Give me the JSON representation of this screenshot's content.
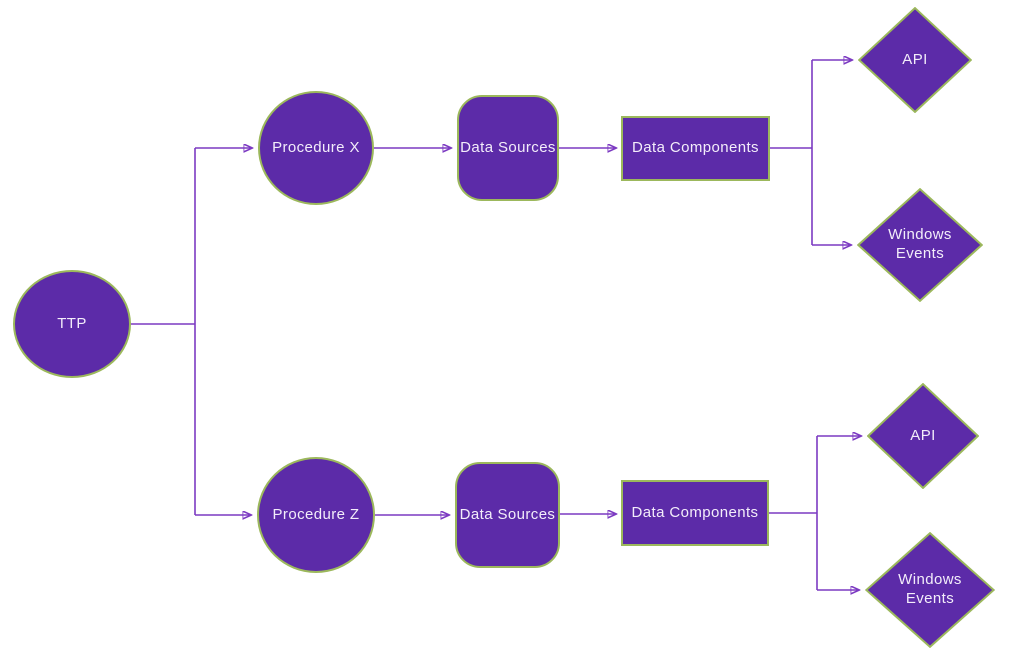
{
  "diagram": {
    "type": "flowchart",
    "colors": {
      "node_fill": "#5c2ba8",
      "node_border": "#9cb85c",
      "connector": "#7c3ac2",
      "label_text": "#f3edfa",
      "background": "#ffffff"
    },
    "nodes": {
      "ttp": {
        "label": "TTP",
        "shape": "circle"
      },
      "procedure_x": {
        "label": "Procedure X",
        "shape": "circle"
      },
      "procedure_z": {
        "label": "Procedure Z",
        "shape": "circle"
      },
      "data_sources_top": {
        "label": "Data Sources",
        "shape": "rounded-square"
      },
      "data_sources_bottom": {
        "label": "Data Sources",
        "shape": "rounded-square"
      },
      "data_components_top": {
        "label": "Data Components",
        "shape": "rectangle"
      },
      "data_components_bottom": {
        "label": "Data Components",
        "shape": "rectangle"
      },
      "api_top": {
        "label": "API",
        "shape": "diamond"
      },
      "windows_events_top": {
        "label": "Windows Events",
        "shape": "diamond"
      },
      "api_bottom": {
        "label": "API",
        "shape": "diamond"
      },
      "windows_events_bottom": {
        "label": "Windows Events",
        "shape": "diamond"
      }
    },
    "edges": [
      {
        "from": "TTP",
        "to": "Procedure X"
      },
      {
        "from": "TTP",
        "to": "Procedure Z"
      },
      {
        "from": "Procedure X",
        "to": "Data Sources (top)"
      },
      {
        "from": "Data Sources (top)",
        "to": "Data Components (top)"
      },
      {
        "from": "Data Components (top)",
        "to": "API (top)"
      },
      {
        "from": "Data Components (top)",
        "to": "Windows Events (top)"
      },
      {
        "from": "Procedure Z",
        "to": "Data Sources (bottom)"
      },
      {
        "from": "Data Sources (bottom)",
        "to": "Data Components (bottom)"
      },
      {
        "from": "Data Components (bottom)",
        "to": "API (bottom)"
      },
      {
        "from": "Data Components (bottom)",
        "to": "Windows Events (bottom)"
      }
    ]
  }
}
